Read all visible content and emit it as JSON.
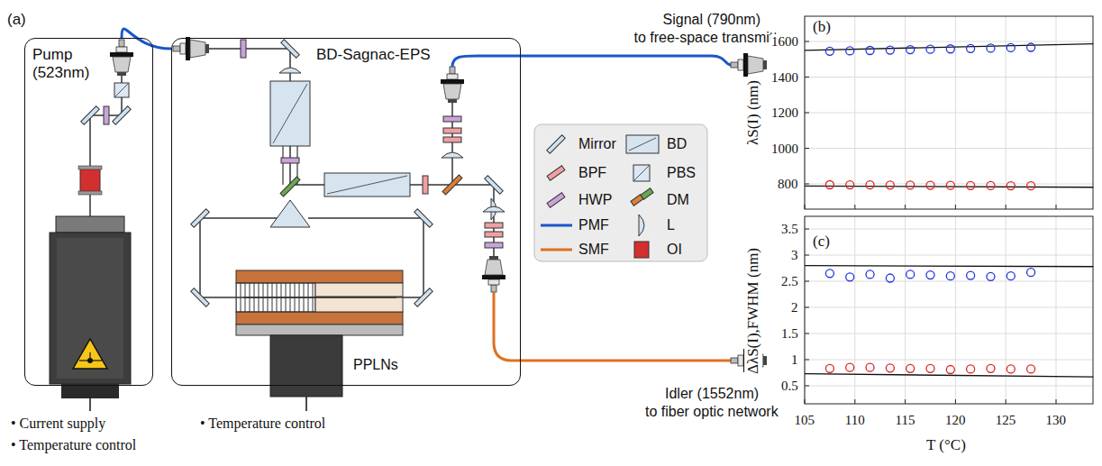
{
  "diagram": {
    "nodes": [
      {
        "text": [
          "Pump (523nm)"
        ]
      },
      {
        "text": [
          "BD-Sagnac-EPS"
        ]
      }
    ],
    "edges": [
      {
        "from": 0,
        "to": 1,
        "arrow": "none"
      }
    ],
    "labels": [
      "(a)",
      "Signal (790nm)",
      "to free-space transmitter",
      "Idler (1552nm)",
      "to fiber optic network",
      "PPLNs",
      "• Current supply",
      "• Temperature control",
      "• Temperature control",
      "(b)",
      "(c)",
      "λS(I) (nm)",
      "ΔλS(I),FWHM (nm)",
      "T (°C)",
      "1600",
      "1400",
      "1200",
      "1000",
      "800",
      "3.5",
      "3",
      "2.5",
      "2",
      "1.5",
      "1",
      "0.5",
      "105",
      "110",
      "115",
      "120",
      "125",
      "130"
    ],
    "legend": [
      {
        "text": "Mirror"
      },
      {
        "text": "BD"
      },
      {
        "text": "BPF"
      },
      {
        "text": "PBS"
      },
      {
        "text": "HWP"
      },
      {
        "text": "DM"
      },
      {
        "text": "PMF"
      },
      {
        "text": "L"
      },
      {
        "text": "SMF"
      },
      {
        "text": "OI"
      }
    ]
  }
}
